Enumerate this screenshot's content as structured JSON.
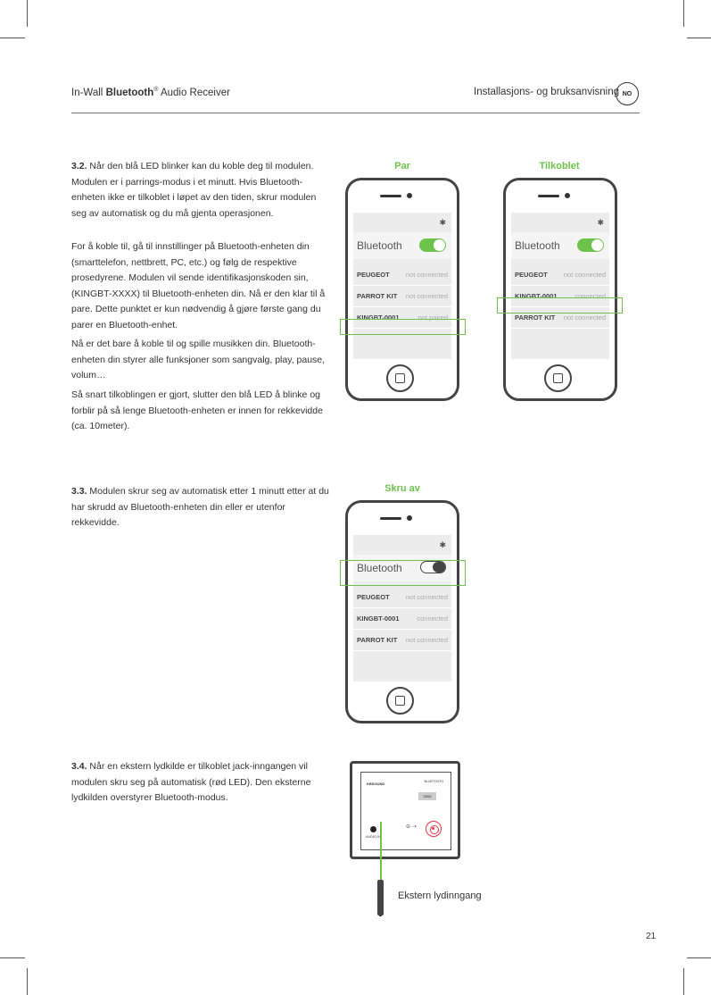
{
  "header": {
    "prefix": "In-Wall ",
    "brand": "Bluetooth",
    "reg": "®",
    "suffix": " Audio Receiver",
    "right": "Installasjons- og bruksanvisning",
    "lang": "NO"
  },
  "section_32": {
    "number": "3.2.",
    "p1": " Når den blå LED blinker kan du koble deg til modulen. Modulen er i parrings-modus i et minutt. Hvis Bluetooth-enheten ikke er tilkoblet i løpet av den tiden, skrur modulen seg av automatisk og du må gjenta operasjonen.",
    "p2": "For å koble til, gå til innstillinger på Bluetooth-enheten din (smarttelefon, nettbrett, PC, etc.) og følg de respektive prosedyrene. Modulen vil sende identifikasjonskoden sin, (KINGBT-XXXX) til Bluetooth-enheten din. Nå er den klar til å pare. Dette punktet er kun nødvendig å gjøre første gang du parer en Bluetooth-enhet.",
    "p3": "Nå er det bare å koble til og spille musikken din. Bluetooth-enheten din styrer alle funksjoner som sangvalg, play, pause, volum…",
    "p4": "Så snart tilkoblingen er gjort, slutter den blå LED å blinke og forblir på så lenge Bluetooth-enheten er innen for rekkevidde (ca. 10meter)."
  },
  "section_33": {
    "number": "3.3.",
    "p1": " Modulen skrur seg av automatisk etter 1 minutt etter at du har skrudd av Bluetooth-enheten din eller er utenfor rekkevidde."
  },
  "section_34": {
    "number": "3.4.",
    "p1": " Når en ekstern lydkilde er tilkoblet jack-inngangen vil modulen skru seg på automatisk (rød LED). Den eksterne lydkilden overstyrer Bluetooth-modus."
  },
  "phones": {
    "par": {
      "title": "Par",
      "bt_label": "Bluetooth",
      "devices": [
        {
          "name": "PEUGEOT",
          "status": "not connected"
        },
        {
          "name": "PARROT KIT",
          "status": "not connected"
        },
        {
          "name": "KINGBT-0001",
          "status": "not paired"
        }
      ]
    },
    "tilkoblet": {
      "title": "Tilkoblet",
      "bt_label": "Bluetooth",
      "devices": [
        {
          "name": "PEUGEOT",
          "status": "not connected"
        },
        {
          "name": "KINGBT-0001",
          "status": "connected"
        },
        {
          "name": "PARROT KIT",
          "status": "not connected"
        }
      ]
    },
    "skru_av": {
      "title": "Skru av",
      "bt_label": "Bluetooth",
      "devices": [
        {
          "name": "PEUGEOT",
          "status": "not connected"
        },
        {
          "name": "KINGBT-0001",
          "status": "connected"
        },
        {
          "name": "PARROT KIT",
          "status": "not connected"
        }
      ]
    }
  },
  "receiver": {
    "brand": "KBSOUND",
    "pair_label": "BLUETOOTH",
    "model": "2003",
    "audio_in": "AUDIO IN",
    "cable_label": "Ekstern lydinngang"
  },
  "page_number": "21",
  "colors": {
    "accent": "#6cc24a",
    "led": "#e34"
  }
}
